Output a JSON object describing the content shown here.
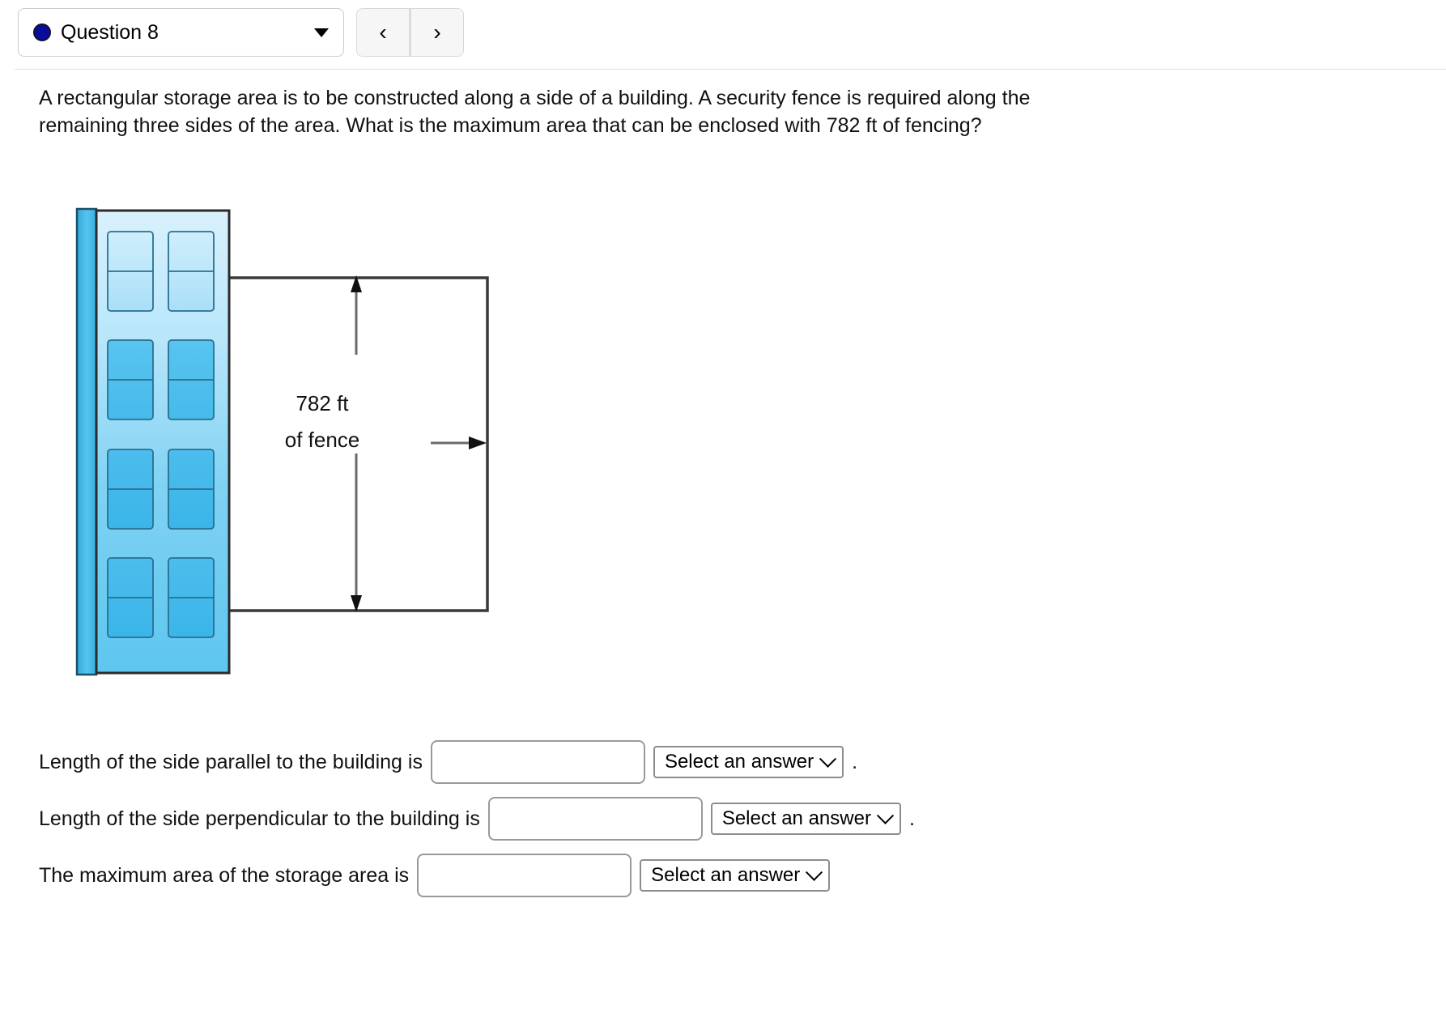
{
  "header": {
    "question_dropdown": {
      "label": "Question 8",
      "status_dot_color": "#0b0b9c",
      "caret_icon": "chevron-down-icon"
    },
    "nav": {
      "prev_label": "‹",
      "next_label": "›"
    }
  },
  "question": {
    "text": "A rectangular storage area is to be constructed along a side of a building. A security fence is required along the remaining three sides of the area. What is the maximum area that can be enclosed with 782 ft of fencing?"
  },
  "diagram": {
    "fence_label_line1": "782 ft",
    "fence_label_line2": "of fence",
    "building_color_light": "#cfeefc",
    "building_color_dark": "#3fb3e8",
    "fence_line_color": "#3a3a3a"
  },
  "answers": {
    "rows": [
      {
        "label": "Length of the side parallel to the building is",
        "input_value": "",
        "input_placeholder": "",
        "select_value": "Select an answer",
        "period": "."
      },
      {
        "label": "Length of the side perpendicular to the building is",
        "input_value": "",
        "input_placeholder": "",
        "select_value": "Select an answer",
        "period": "."
      },
      {
        "label": "The maximum area of the storage area is",
        "input_value": "",
        "input_placeholder": "",
        "select_value": "Select an answer",
        "period": ""
      }
    ]
  }
}
